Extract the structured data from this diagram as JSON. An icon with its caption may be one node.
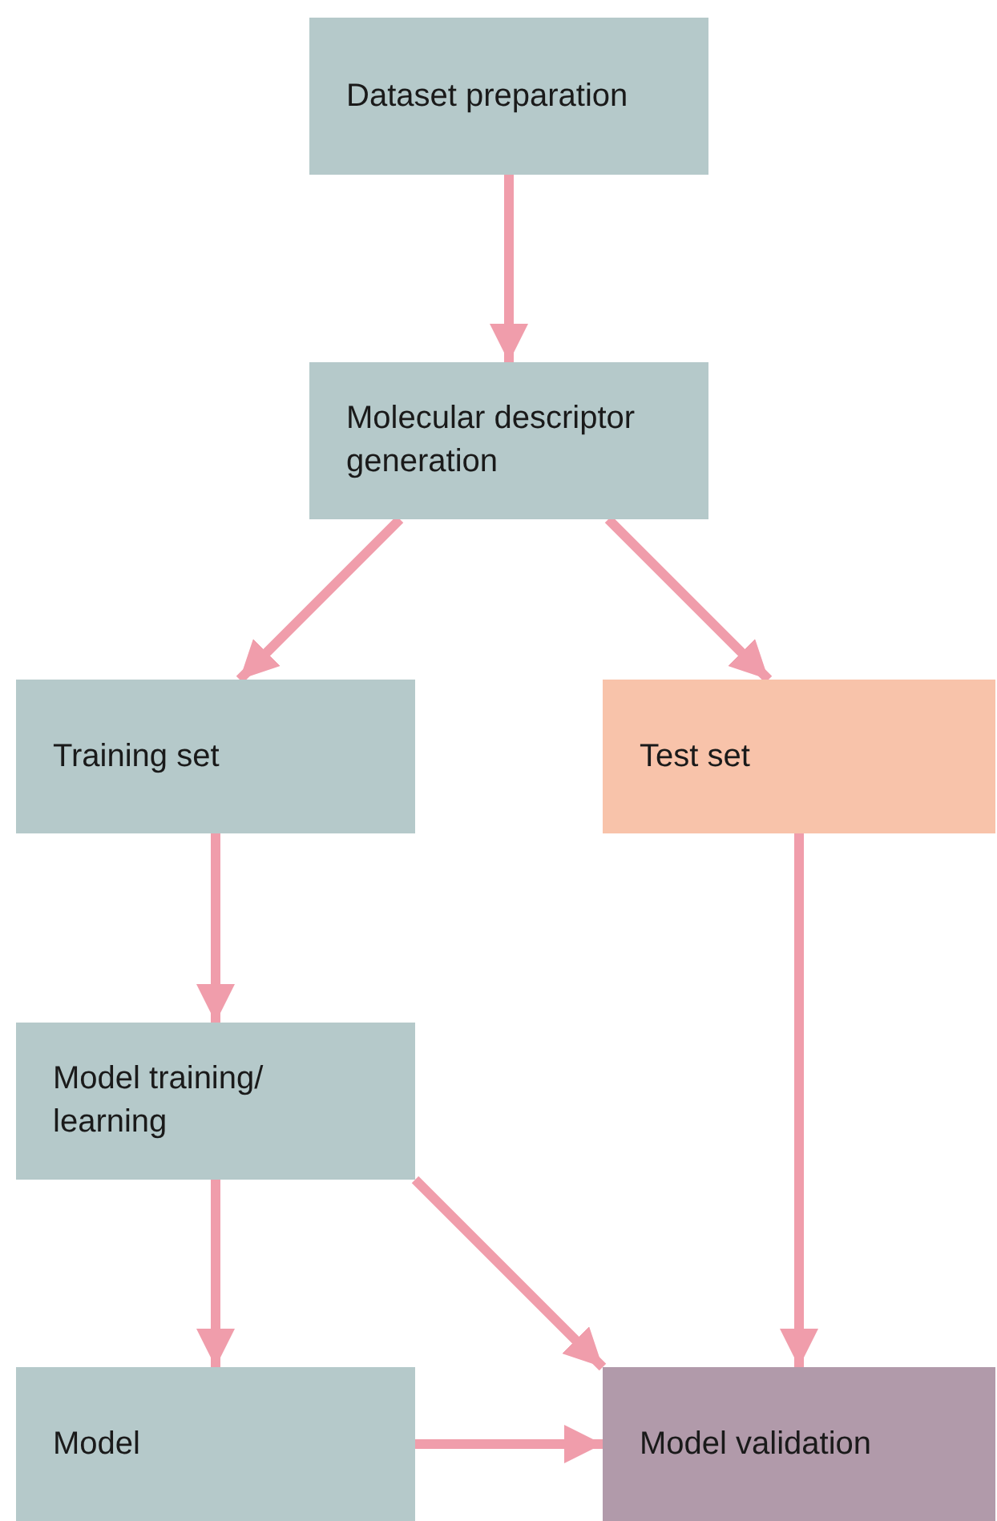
{
  "diagram": {
    "nodes": [
      {
        "text": [
          "Dataset preparation"
        ]
      },
      {
        "text": [
          "Molecular descriptor generation"
        ]
      },
      {
        "text": [
          "Training set"
        ]
      },
      {
        "text": [
          "Test set"
        ]
      },
      {
        "text": [
          "Model training/ learning"
        ]
      },
      {
        "text": [
          "Model"
        ]
      },
      {
        "text": [
          "Model validation"
        ]
      }
    ],
    "edges": [
      {
        "from": 0,
        "to": 1,
        "arrow": "to"
      },
      {
        "from": 1,
        "to": 2,
        "arrow": "to"
      },
      {
        "from": 1,
        "to": 3,
        "arrow": "to"
      },
      {
        "from": 2,
        "to": 4,
        "arrow": "to"
      },
      {
        "from": 4,
        "to": 5,
        "arrow": "to"
      },
      {
        "from": 4,
        "to": 6,
        "arrow": "to"
      },
      {
        "from": 3,
        "to": 6,
        "arrow": "to"
      },
      {
        "from": 5,
        "to": 6,
        "arrow": "to"
      }
    ]
  }
}
